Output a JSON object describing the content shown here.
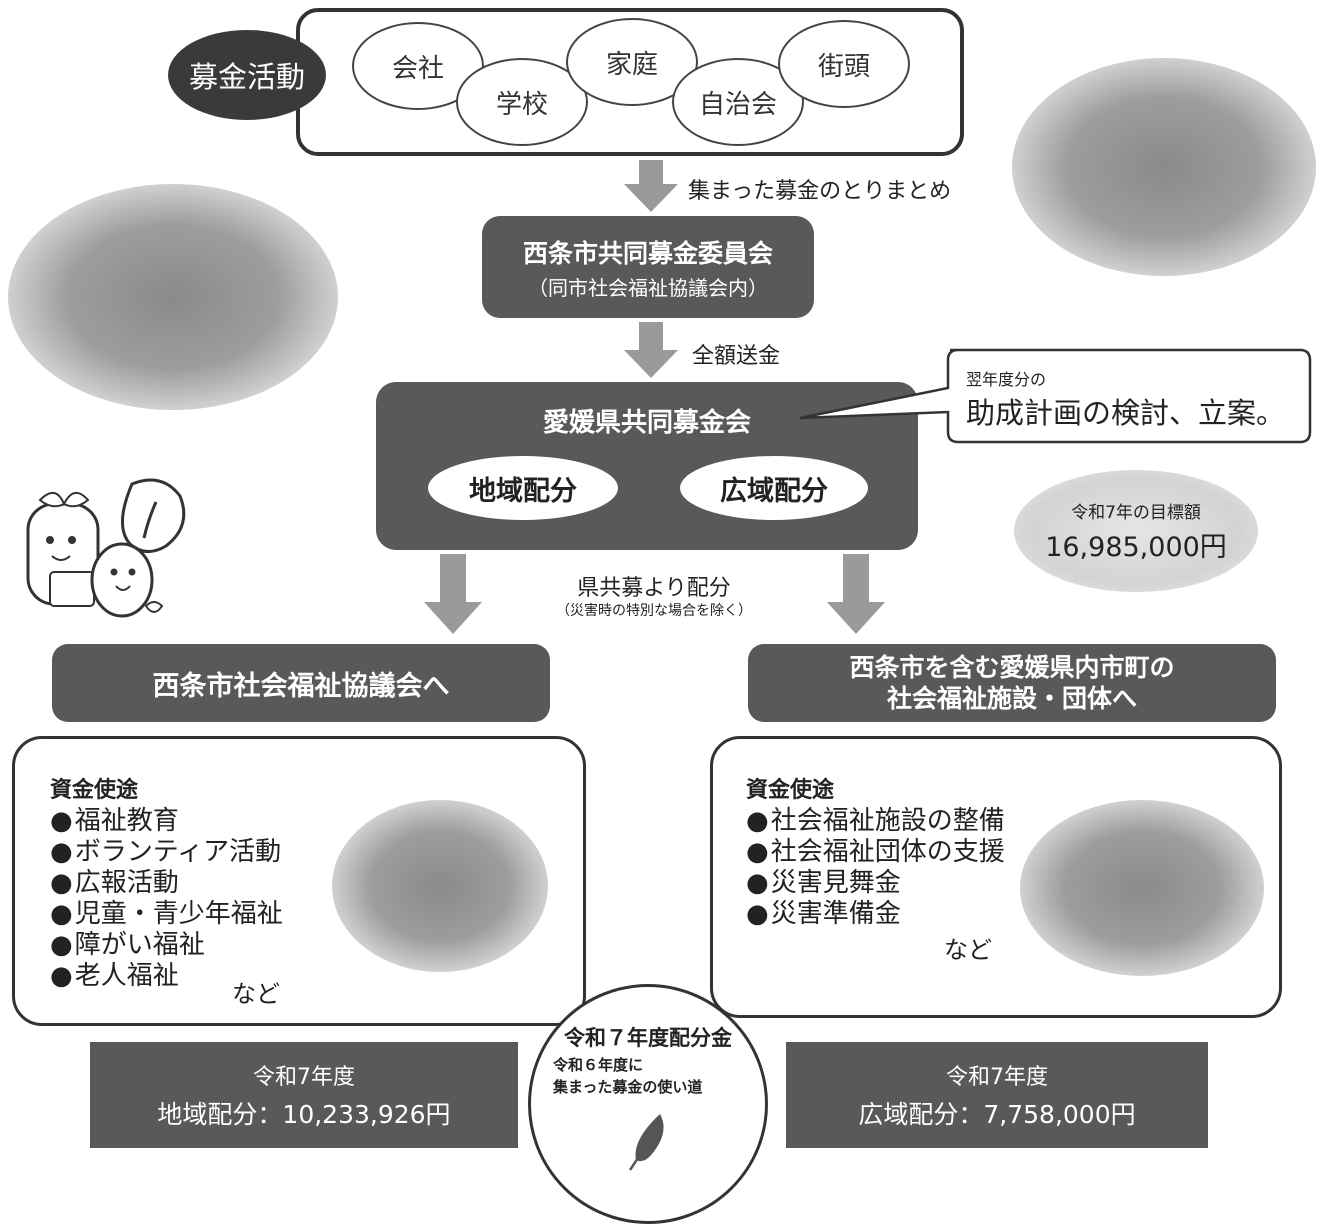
{
  "activity": {
    "label": "募金活動",
    "places": [
      "会社",
      "学校",
      "家庭",
      "自治会",
      "街頭"
    ]
  },
  "flow": {
    "collect_label": "集まった募金のとりまとめ",
    "city_committee": {
      "title": "西条市共同募金委員会",
      "sub": "（同市社会福祉協議会内）"
    },
    "transfer_label": "全額送金",
    "prefecture": {
      "title": "愛媛県共同募金会",
      "left": "地域配分",
      "right": "広域配分"
    },
    "callout": {
      "small": "翌年度分の",
      "large": "助成計画の検討、立案。"
    },
    "target": {
      "label": "令和7年の目標額",
      "amount": "16,985,000円"
    },
    "allocation_label": "県共募より配分",
    "allocation_note": "（災害時の特別な場合を除く）"
  },
  "left": {
    "header": "西条市社会福祉協議会へ",
    "uses_title": "資金使途",
    "uses": [
      "福祉教育",
      "ボランティア活動",
      "広報活動",
      "児童・青少年福祉",
      "障がい福祉",
      "老人福祉"
    ],
    "etc": "など"
  },
  "right": {
    "header_line1": "西条市を含む愛媛県内市町の",
    "header_line2": "社会福祉施設・団体へ",
    "uses_title": "資金使途",
    "uses": [
      "社会福祉施設の整備",
      "社会福祉団体の支援",
      "災害見舞金",
      "災害準備金"
    ],
    "etc": "など"
  },
  "center_circle": {
    "title": "令和７年度配分金",
    "line1": "令和６年度に",
    "line2": "集まった募金の使い道"
  },
  "bottom": {
    "left": {
      "year": "令和7年度",
      "amount": "地域配分：10,233,926円"
    },
    "right": {
      "year": "令和7年度",
      "amount": "広域配分：7,758,000円"
    }
  },
  "colors": {
    "dark_box": "#595959",
    "arrow": "#9a9a9a",
    "target_bg": "#d6d6d6"
  }
}
